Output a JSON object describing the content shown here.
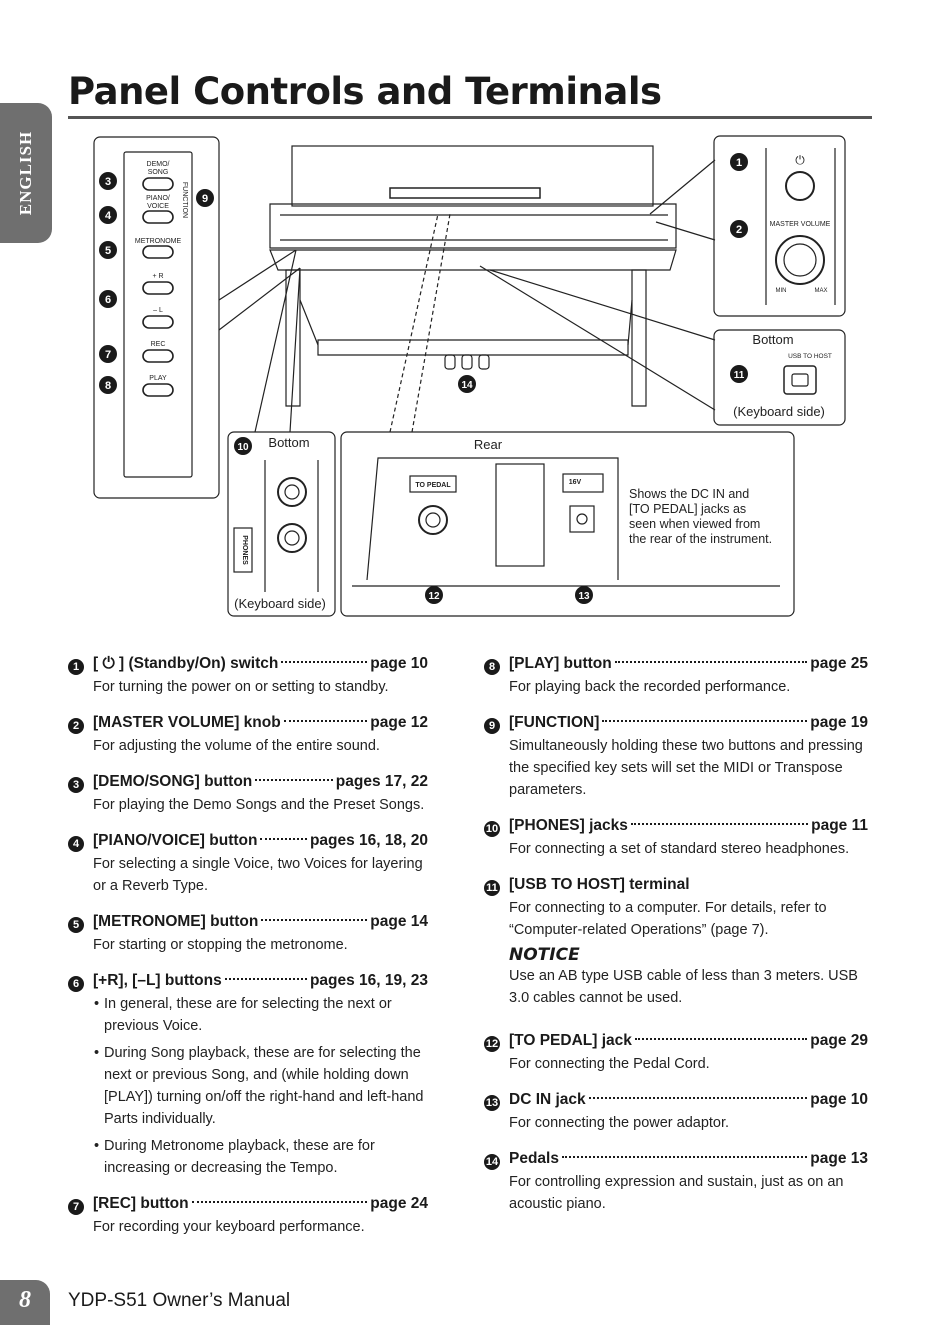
{
  "sidebar": {
    "language_label": "ENGLISH"
  },
  "page": {
    "title": "Panel Controls and Terminals"
  },
  "diagram": {
    "left_panel": {
      "buttons": [
        "DEMO/\nSONG",
        "PIANO/\nVOICE",
        "METRONOME",
        "+ R",
        "– L",
        "REC",
        "PLAY"
      ],
      "function_label": "FUNCTION",
      "numbers": [
        "3",
        "4",
        "5",
        "6",
        "7",
        "8"
      ],
      "function_number": "9"
    },
    "power_panel": {
      "numbers": [
        "1",
        "2"
      ],
      "master_volume_label": "MASTER VOLUME",
      "min_label": "MIN",
      "max_label": "MAX"
    },
    "usb_panel": {
      "title": "Bottom",
      "usb_label": "USB TO HOST",
      "number": "11",
      "caption": "(Keyboard side)"
    },
    "phones_panel": {
      "title": "Bottom",
      "phones_label": "PHONES",
      "number": "10",
      "caption": "(Keyboard side)"
    },
    "rear_panel": {
      "title": "Rear",
      "to_pedal_label": "TO PEDAL",
      "dc_label": "16V",
      "numbers": [
        "12",
        "13"
      ],
      "note": [
        "Shows the DC IN and",
        "[TO PEDAL] jacks as",
        "seen when viewed from",
        "the rear of the instrument."
      ]
    },
    "pedals_number": "14"
  },
  "left_items": [
    {
      "num": "1",
      "title": "[ ⏻ ] (Standby/On) switch",
      "page": "page 10",
      "desc": "For turning the power on or setting to standby."
    },
    {
      "num": "2",
      "title": "[MASTER VOLUME] knob",
      "page": "page 12",
      "desc": "For adjusting the volume of the entire sound."
    },
    {
      "num": "3",
      "title": "[DEMO/SONG] button",
      "page": "pages 17, 22",
      "desc": "For playing the Demo Songs and the Preset Songs."
    },
    {
      "num": "4",
      "title": "[PIANO/VOICE] button",
      "page": "pages 16, 18, 20",
      "desc": "For selecting a single Voice, two Voices for layering or a Reverb Type."
    },
    {
      "num": "5",
      "title": "[METRONOME] button",
      "page": "page 14",
      "desc": "For starting or stopping the metronome."
    },
    {
      "num": "6",
      "title": "[+R], [–L] buttons",
      "page": "pages 16, 19, 23",
      "bullets": [
        "In general, these are for selecting the next or previous Voice.",
        "During Song playback, these are for selecting the next or previous Song, and (while holding down [PLAY]) turning on/off the right-hand and left-hand Parts individually.",
        "During Metronome playback, these are for increasing or decreasing the Tempo."
      ]
    },
    {
      "num": "7",
      "title": "[REC] button",
      "page": "page 24",
      "desc": "For recording your keyboard performance."
    }
  ],
  "right_items": [
    {
      "num": "8",
      "title": "[PLAY] button",
      "page": "page 25",
      "desc": "For playing back the recorded performance."
    },
    {
      "num": "9",
      "title": "[FUNCTION]",
      "page": "page 19",
      "desc": "Simultaneously holding these two buttons and pressing the specified key sets will set the MIDI or Transpose parameters."
    },
    {
      "num": "10",
      "title": "[PHONES] jacks",
      "page": "page 11",
      "desc": "For connecting a set of standard stereo headphones."
    },
    {
      "num": "11",
      "title": "[USB TO HOST] terminal",
      "page": "",
      "desc": "For connecting to a computer. For details, refer to “Computer-related Operations” (page 7)."
    },
    {
      "num": "12",
      "title": "[TO PEDAL] jack",
      "page": "page 29",
      "desc": "For connecting the Pedal Cord."
    },
    {
      "num": "13",
      "title": "DC IN jack",
      "page": "page 10",
      "desc": "For connecting the power adaptor."
    },
    {
      "num": "14",
      "title": "Pedals",
      "page": "page 13",
      "desc": "For controlling expression and sustain, just as on an acoustic piano."
    }
  ],
  "notice": {
    "title": "NOTICE",
    "text": "Use an AB type USB cable of less than 3 meters. USB 3.0 cables cannot be used."
  },
  "footer": {
    "page_number": "8",
    "manual": "YDP-S51   Owner’s Manual"
  }
}
